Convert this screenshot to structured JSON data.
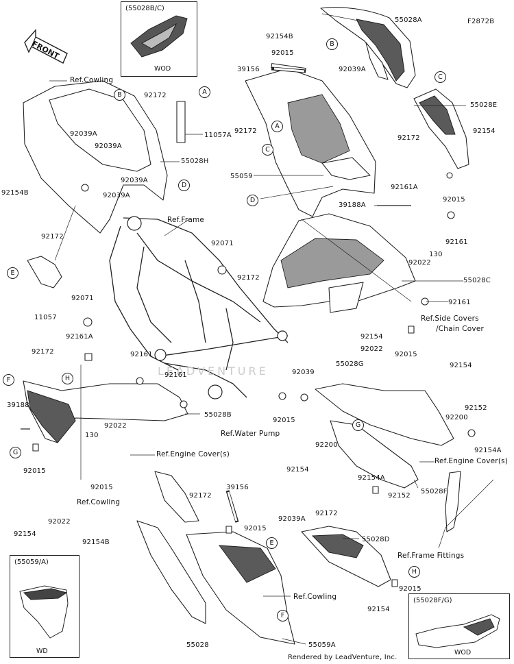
{
  "diagram": {
    "code": "F2872B",
    "front_label": "FRONT",
    "footer": "Rendered by LeadVenture, Inc.",
    "watermark": "LEADVENTURE"
  },
  "insets": {
    "top": {
      "title": "(55028B/C)",
      "caption": "WOD"
    },
    "bottom_left": {
      "title": "(55059/A)",
      "caption": "WD"
    },
    "bottom_right": {
      "title": "(55028F/G)",
      "caption": "WOD"
    }
  },
  "callouts": {
    "a": "A",
    "b": "B",
    "c": "C",
    "d": "D",
    "e": "E",
    "f": "F",
    "g": "G",
    "h": "H"
  },
  "labels": {
    "p55028A": "55028A",
    "p92154B_top": "92154B",
    "p92015_top": "92015",
    "p39156_top": "39156",
    "p92039A_top": "92039A",
    "p92172_mid": "92172",
    "p55028E": "55028E",
    "p92172_right": "92172",
    "p92154_right": "92154",
    "p92015_right": "92015",
    "p55059": "55059",
    "p92161A_right": "92161A",
    "p39188A": "39188A",
    "p92161_right": "92161",
    "p130_right": "130",
    "p92022_right": "92022",
    "p92071_mid": "92071",
    "p92172_lower": "92172",
    "p55028C": "55028C",
    "p92161_r2": "92161",
    "ref_side_covers": "Ref.Side Covers",
    "ref_chain_cover": "/Chain Cover",
    "p92154_c": "92154",
    "p92022_c": "92022",
    "p92015_c": "92015",
    "ref_cowling_tl": "Ref.Cowling",
    "p92172_tl": "92172",
    "p11057A": "11057A",
    "p92039A_l1": "92039A",
    "p92039A_l2": "92039A",
    "p92039A_l3": "92039A",
    "p92039A_l4": "92039A",
    "p55028H": "55028H",
    "p92154B_left": "92154B",
    "ref_frame": "Ref.Frame",
    "p92172_left": "92172",
    "p11057": "11057",
    "p92071_left": "92071",
    "p92161A_left": "92161A",
    "p92172_left2": "92172",
    "p92161_l1": "92161",
    "p92161_l2": "92161",
    "p39188": "39188",
    "p55028B": "55028B",
    "p92022_left": "92022",
    "p130_left": "130",
    "ref_engine_cover_l": "Ref.Engine Cover(s)",
    "p92015_left": "92015",
    "p92015_left2": "92015",
    "p92022_left2": "92022",
    "p92154_left": "92154",
    "p92039": "92039",
    "p55028G": "55028G",
    "p92015_wp": "92015",
    "ref_water_pump": "Ref.Water Pump",
    "p92154_rr": "92154",
    "p92200_r": "92200",
    "p92152_r": "92152",
    "p92154A_r": "92154A",
    "p92200_c": "92200",
    "p92154_g": "92154",
    "ref_engine_cover_r": "Ref.Engine Cover(s)",
    "p92154A_c": "92154A",
    "p92152_c": "92152",
    "p55028F": "55028F",
    "ref_frame_fittings": "Ref.Frame Fittings",
    "ref_cowling_bl": "Ref.Cowling",
    "p92172_b": "92172",
    "p39156_b": "39156",
    "p92015_b": "92015",
    "p92039A_b": "92039A",
    "p92172_b2": "92172",
    "p55028D": "55028D",
    "p92154B_b": "92154B",
    "ref_cowling_b": "Ref.Cowling",
    "p92015_b2": "92015",
    "p92154_b": "92154",
    "p55028": "55028",
    "p55059A": "55059A"
  }
}
